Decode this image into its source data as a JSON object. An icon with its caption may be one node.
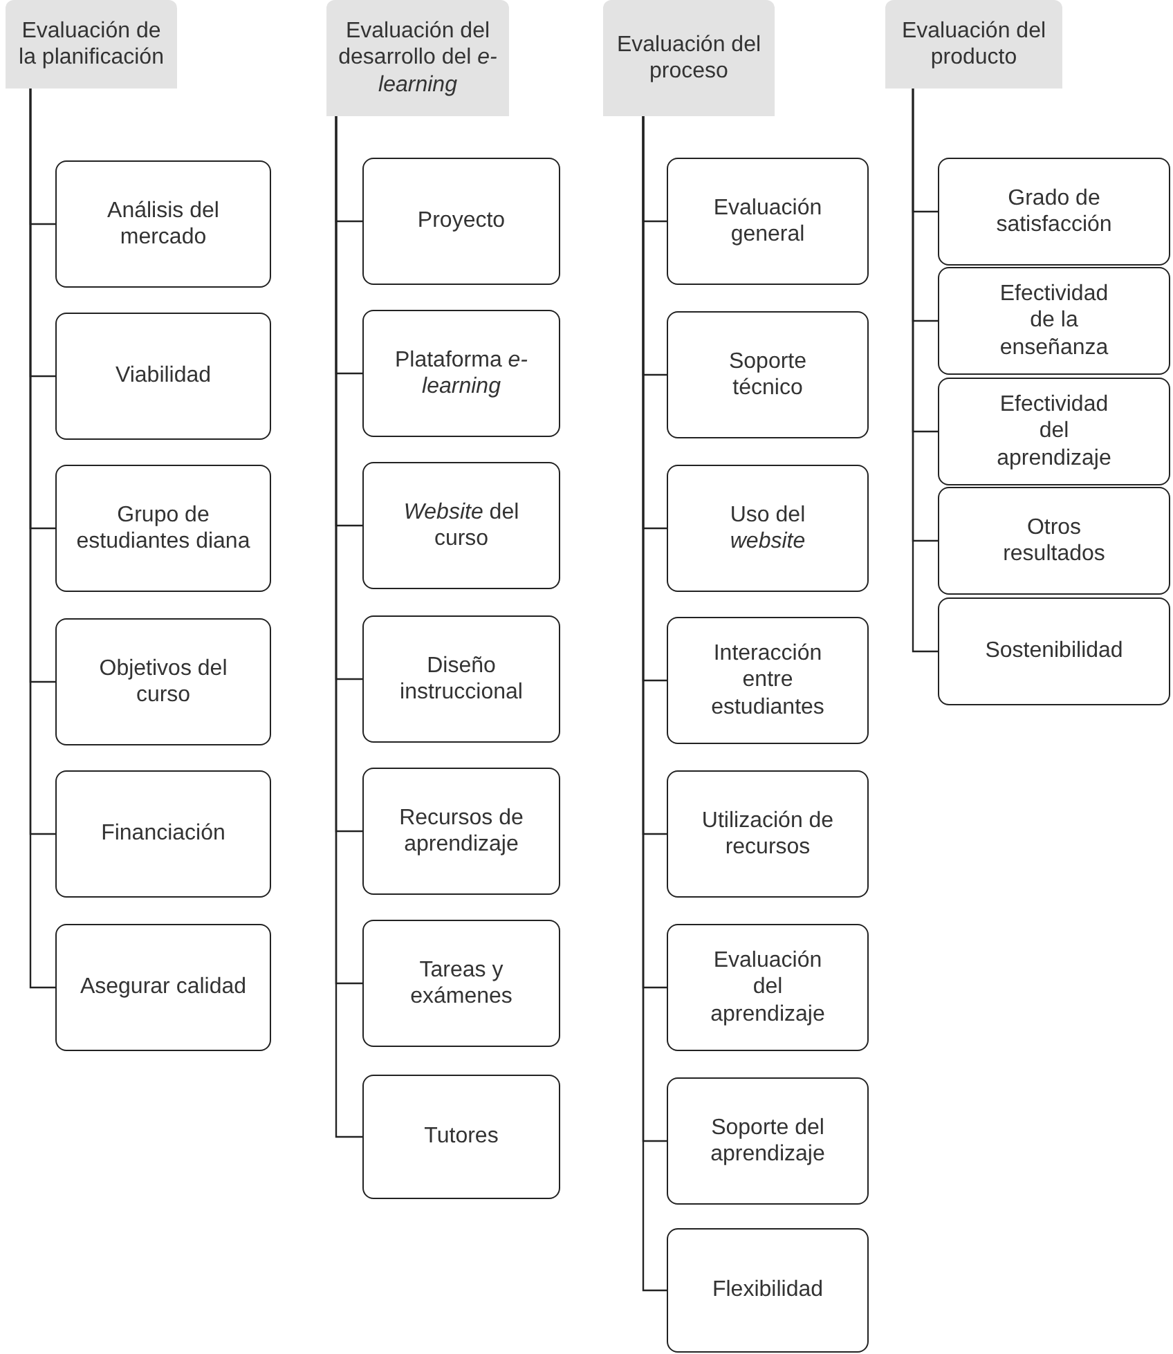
{
  "diagram": {
    "nodes": [
      {
        "text": [
          "Evaluación de la planificación"
        ]
      },
      {
        "text": [
          "Análisis del mercado"
        ]
      },
      {
        "text": [
          "Viabilidad"
        ]
      },
      {
        "text": [
          "Grupo de estudiantes diana"
        ]
      },
      {
        "text": [
          "Objetivos del curso"
        ]
      },
      {
        "text": [
          "Financiación"
        ]
      },
      {
        "text": [
          "Asegurar calidad"
        ]
      },
      {
        "text": [
          "Evaluación del desarrollo del *e-learning*"
        ]
      },
      {
        "text": [
          "Proyecto"
        ]
      },
      {
        "text": [
          "Plataforma *e-learning*"
        ]
      },
      {
        "text": [
          "*Website* del curso"
        ]
      },
      {
        "text": [
          "Diseño instruccional"
        ]
      },
      {
        "text": [
          "Recursos de aprendizaje"
        ]
      },
      {
        "text": [
          "Tareas y exámenes"
        ]
      },
      {
        "text": [
          "Tutores"
        ]
      },
      {
        "text": [
          "Evaluación del proceso"
        ]
      },
      {
        "text": [
          "Evaluación general"
        ]
      },
      {
        "text": [
          "Soporte técnico"
        ]
      },
      {
        "text": [
          "Uso del *website*"
        ]
      },
      {
        "text": [
          "Interacción entre estudiantes"
        ]
      },
      {
        "text": [
          "Utilización de recursos"
        ]
      },
      {
        "text": [
          "Evaluación del aprendizaje"
        ]
      },
      {
        "text": [
          "Soporte del aprendizaje"
        ]
      },
      {
        "text": [
          "Flexibilidad"
        ]
      },
      {
        "text": [
          "Evaluación del producto"
        ]
      },
      {
        "text": [
          "Grado de satisfacción"
        ]
      },
      {
        "text": [
          "Efectividad de la enseñanza"
        ]
      },
      {
        "text": [
          "Efectividad del aprendizaje"
        ]
      },
      {
        "text": [
          "Otros resultados"
        ]
      },
      {
        "text": [
          "Sostenibilidad"
        ]
      }
    ],
    "edges": [
      {
        "from": 0,
        "to": 1,
        "arrow": "none"
      },
      {
        "from": 0,
        "to": 2,
        "arrow": "none"
      },
      {
        "from": 0,
        "to": 3,
        "arrow": "none"
      },
      {
        "from": 0,
        "to": 4,
        "arrow": "none"
      },
      {
        "from": 0,
        "to": 5,
        "arrow": "none"
      },
      {
        "from": 0,
        "to": 6,
        "arrow": "none"
      },
      {
        "from": 7,
        "to": 8,
        "arrow": "none"
      },
      {
        "from": 7,
        "to": 9,
        "arrow": "none"
      },
      {
        "from": 7,
        "to": 10,
        "arrow": "none"
      },
      {
        "from": 7,
        "to": 11,
        "arrow": "none"
      },
      {
        "from": 7,
        "to": 12,
        "arrow": "none"
      },
      {
        "from": 7,
        "to": 13,
        "arrow": "none"
      },
      {
        "from": 7,
        "to": 14,
        "arrow": "none"
      },
      {
        "from": 15,
        "to": 16,
        "arrow": "none"
      },
      {
        "from": 15,
        "to": 17,
        "arrow": "none"
      },
      {
        "from": 15,
        "to": 18,
        "arrow": "none"
      },
      {
        "from": 15,
        "to": 19,
        "arrow": "none"
      },
      {
        "from": 15,
        "to": 20,
        "arrow": "none"
      },
      {
        "from": 15,
        "to": 21,
        "arrow": "none"
      },
      {
        "from": 15,
        "to": 22,
        "arrow": "none"
      },
      {
        "from": 15,
        "to": 23,
        "arrow": "none"
      },
      {
        "from": 24,
        "to": 25,
        "arrow": "none"
      },
      {
        "from": 24,
        "to": 26,
        "arrow": "none"
      },
      {
        "from": 24,
        "to": 27,
        "arrow": "none"
      },
      {
        "from": 24,
        "to": 28,
        "arrow": "none"
      },
      {
        "from": 24,
        "to": 29,
        "arrow": "none"
      }
    ]
  }
}
